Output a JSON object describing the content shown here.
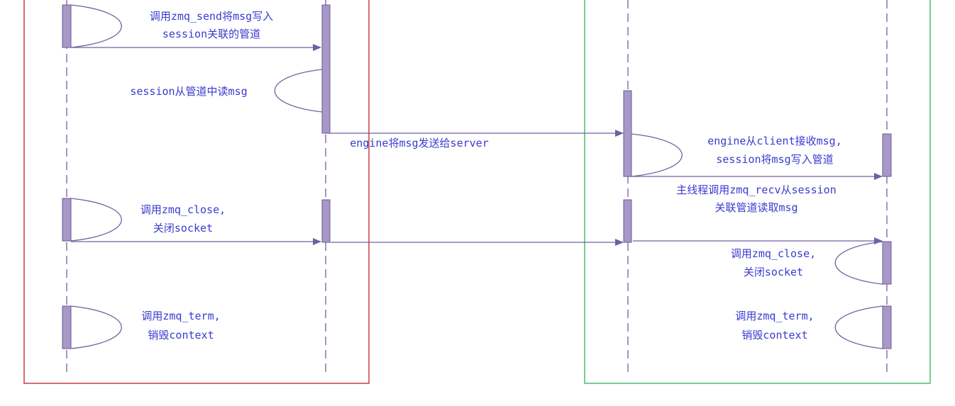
{
  "colors": {
    "client_frame": "#c0202a",
    "server_frame": "#2fb05a",
    "lifeline": "#7060a0",
    "activation_fill": "#a898c8",
    "activation_stroke": "#6a5a98",
    "arrow": "#7060a0",
    "text": "#3a3ad0"
  },
  "labels": {
    "zmq_send_line1": "调用zmq_send将msg写入",
    "zmq_send_line2": "session关联的管道",
    "session_read": "session从管道中读msg",
    "engine_send": "engine将msg发送给server",
    "engine_recv_line1": "engine从client接收msg,",
    "engine_recv_line2": "session将msg写入管道",
    "main_recv_line1": "主线程调用zmq_recv从session",
    "main_recv_line2": "关联管道读取msg",
    "client_close_line1": "调用zmq_close,",
    "client_close_line2": "关闭socket",
    "server_close_line1": "调用zmq_close,",
    "server_close_line2": "关闭socket",
    "client_term_line1": "调用zmq_term,",
    "client_term_line2": "销毁context",
    "server_term_line1": "调用zmq_term,",
    "server_term_line2": "销毁context"
  }
}
